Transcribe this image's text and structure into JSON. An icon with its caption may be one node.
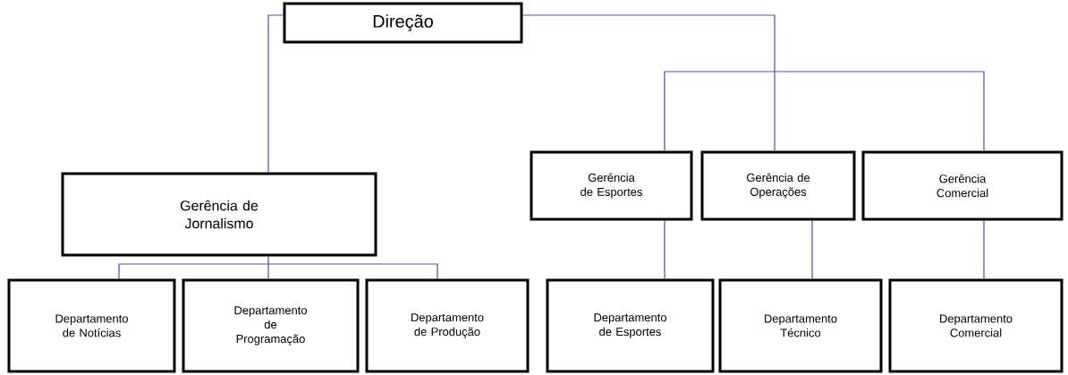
{
  "diagram": {
    "nodes": [
      {
        "text": [
          "Direção"
        ]
      },
      {
        "text": [
          "Gerência de Jornalismo"
        ]
      },
      {
        "text": [
          "Gerência de Esportes"
        ]
      },
      {
        "text": [
          "Gerência de Operações"
        ]
      },
      {
        "text": [
          "Gerência Comercial"
        ]
      },
      {
        "text": [
          "Departamento de Notícias"
        ]
      },
      {
        "text": [
          "Departamento de Programação"
        ]
      },
      {
        "text": [
          "Departamento de Produção"
        ]
      },
      {
        "text": [
          "Departamento de Esportes"
        ]
      },
      {
        "text": [
          "Departamento Técnico"
        ]
      },
      {
        "text": [
          "Departamento Comercial"
        ]
      }
    ],
    "edges": [
      {
        "from": 0,
        "to": 1,
        "arrow": "none"
      },
      {
        "from": 0,
        "to": 2,
        "arrow": "none"
      },
      {
        "from": 0,
        "to": 3,
        "arrow": "none"
      },
      {
        "from": 0,
        "to": 4,
        "arrow": "none"
      },
      {
        "from": 1,
        "to": 5,
        "arrow": "none"
      },
      {
        "from": 1,
        "to": 6,
        "arrow": "none"
      },
      {
        "from": 1,
        "to": 7,
        "arrow": "none"
      },
      {
        "from": 2,
        "to": 8,
        "arrow": "none"
      },
      {
        "from": 3,
        "to": 9,
        "arrow": "none"
      },
      {
        "from": 4,
        "to": 10,
        "arrow": "none"
      }
    ]
  }
}
